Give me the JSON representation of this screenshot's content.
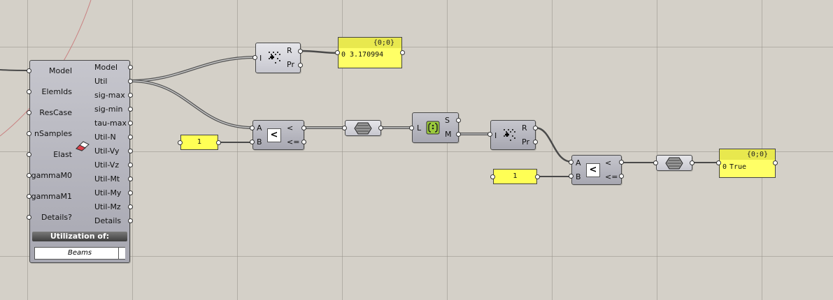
{
  "main": {
    "inputs": [
      "Model",
      "ElemIds",
      "ResCase",
      "nSamples",
      "Elast",
      "gammaM0",
      "gammaM1",
      "Details?"
    ],
    "outputs": [
      "Model",
      "Util",
      "sig-max",
      "sig-min",
      "tau-max",
      "Util-N",
      "Util-Vy",
      "Util-Vz",
      "Util-Mt",
      "Util-My",
      "Util-Mz",
      "Details"
    ],
    "section_label": "Utilization of:",
    "dropdown_value": "Beams"
  },
  "list_item_1": {
    "input": "I",
    "out_r": "R",
    "out_pr": "Pr"
  },
  "panel_1": {
    "header": "{0;0}",
    "index": "0",
    "value": "3.170994"
  },
  "compare_1": {
    "in_a": "A",
    "in_b": "B",
    "out_lt": "<",
    "out_le": "<=",
    "op": "<"
  },
  "slider_1": {
    "value": "1"
  },
  "list_length": {
    "input": "L",
    "out_s": "S",
    "out_m": "M"
  },
  "list_item_2": {
    "input": "I",
    "out_r": "R",
    "out_pr": "Pr"
  },
  "compare_2": {
    "in_a": "A",
    "in_b": "B",
    "out_lt": "<",
    "out_le": "<=",
    "op": "<"
  },
  "slider_2": {
    "value": "1"
  },
  "panel_2": {
    "header": "{0;0}",
    "index": "0",
    "value": "True"
  },
  "colors": {
    "canvas": "#d4d0c8",
    "panel": "#ffff66",
    "component": "#b4b4bc",
    "wire": "#4a4a4a"
  }
}
